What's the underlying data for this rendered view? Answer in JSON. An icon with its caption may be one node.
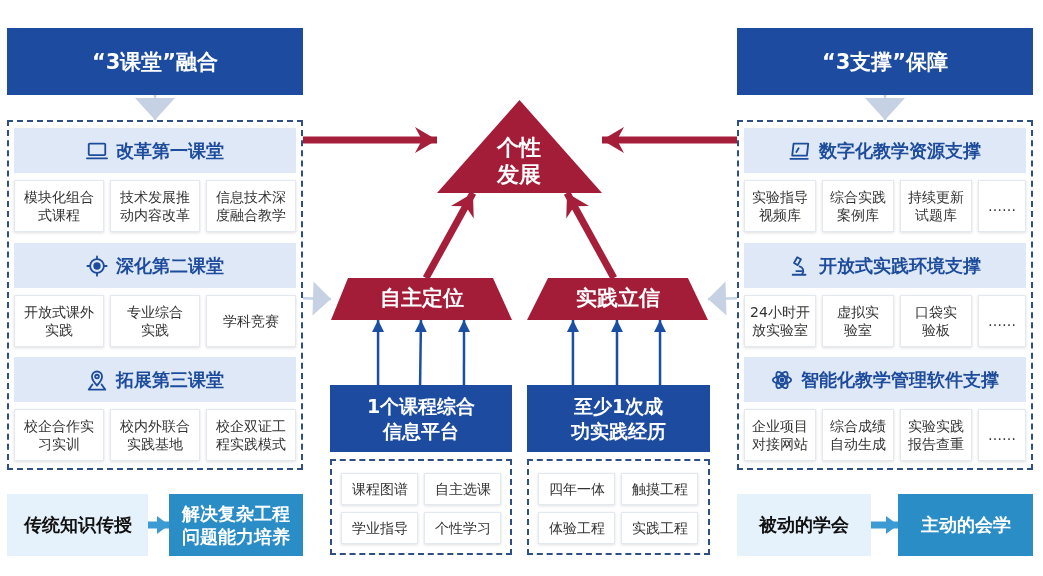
{
  "diagram": {
    "nodes": [
      {
        "text": [
          "“3课堂”融合"
        ]
      },
      {
        "text": [],
        "shape": "box"
      },
      {
        "text": [
          "改革第一课堂"
        ],
        "in": 1
      },
      {
        "text": [
          "模块化组合式课程"
        ],
        "in": 1
      },
      {
        "text": [
          "技术发展推动内容改革"
        ],
        "in": 1
      },
      {
        "text": [
          "信息技术深度融合教学"
        ],
        "in": 1
      },
      {
        "text": [
          "深化第二课堂"
        ],
        "in": 1
      },
      {
        "text": [
          "开放式课外实践"
        ],
        "in": 1
      },
      {
        "text": [
          "专业综合实践"
        ],
        "in": 1
      },
      {
        "text": [
          "学科竞赛"
        ],
        "in": 1
      },
      {
        "text": [
          "拓展第三课堂"
        ],
        "in": 1
      },
      {
        "text": [
          "校企合作实习实训"
        ],
        "in": 1
      },
      {
        "text": [
          "校内外联合实践基地"
        ],
        "in": 1
      },
      {
        "text": [
          "校企双证工程实践模式"
        ],
        "in": 1
      },
      {
        "text": [
          "传统知识传授"
        ]
      },
      {
        "text": [
          "解决复杂工程问题能力培养"
        ]
      },
      {
        "text": [
          "个性发展"
        ]
      },
      {
        "text": [
          "自主定位"
        ]
      },
      {
        "text": [
          "实践立信"
        ]
      },
      {
        "text": [
          "1个课程综合信息平台"
        ]
      },
      {
        "text": [],
        "shape": "box"
      },
      {
        "text": [
          "课程图谱"
        ],
        "in": 20
      },
      {
        "text": [
          "自主选课"
        ],
        "in": 20
      },
      {
        "text": [
          "学业指导"
        ],
        "in": 20
      },
      {
        "text": [
          "个性学习"
        ],
        "in": 20
      },
      {
        "text": [
          "至少1次成功实践经历"
        ]
      },
      {
        "text": [],
        "shape": "box"
      },
      {
        "text": [
          "四年一体"
        ],
        "in": 26
      },
      {
        "text": [
          "触摸工程"
        ],
        "in": 26
      },
      {
        "text": [
          "体验工程"
        ],
        "in": 26
      },
      {
        "text": [
          "实践工程"
        ],
        "in": 26
      },
      {
        "text": [
          "“3支撑”保障"
        ]
      },
      {
        "text": [],
        "shape": "box"
      },
      {
        "text": [
          "数字化教学资源支撑"
        ],
        "in": 32
      },
      {
        "text": [
          "实验指导视频库"
        ],
        "in": 32
      },
      {
        "text": [
          "综合实践案例库"
        ],
        "in": 32
      },
      {
        "text": [
          "持续更新试题库"
        ],
        "in": 32
      },
      {
        "text": [
          "……"
        ],
        "in": 32
      },
      {
        "text": [
          "开放式实践环境支撑"
        ],
        "in": 32
      },
      {
        "text": [
          "24小时开放实验室"
        ],
        "in": 32
      },
      {
        "text": [
          "虚拟实验室"
        ],
        "in": 32
      },
      {
        "text": [
          "口袋实验板"
        ],
        "in": 32
      },
      {
        "text": [
          "……"
        ],
        "in": 32
      },
      {
        "text": [
          "智能化教学管理软件支撑"
        ],
        "in": 32
      },
      {
        "text": [
          "企业项目对接网站"
        ],
        "in": 32
      },
      {
        "text": [
          "综合成绩自动生成"
        ],
        "in": 32
      },
      {
        "text": [
          "实验实践报告查重"
        ],
        "in": 32
      },
      {
        "text": [
          "……"
        ],
        "in": 32
      },
      {
        "text": [
          "被动的学会"
        ]
      },
      {
        "text": [
          "主动的会学"
        ]
      }
    ],
    "edges": [
      {
        "from": 0,
        "to": 1,
        "arrow": "to",
        "color": "#c6d2e4"
      },
      {
        "from": 14,
        "to": 15,
        "arrow": "to",
        "style": "thick",
        "color": "#3b9bd2"
      },
      {
        "from": 1,
        "to": 16,
        "arrow": "to",
        "style": "thick",
        "color": "#a51f3a"
      },
      {
        "from": 1,
        "to": 17,
        "arrow": "to",
        "color": "#c6d2e4"
      },
      {
        "from": 17,
        "to": 16,
        "arrow": "to",
        "style": "thick",
        "color": "#a51f3a"
      },
      {
        "from": 18,
        "to": 16,
        "arrow": "to",
        "style": "thick",
        "color": "#a51f3a"
      },
      {
        "from": 19,
        "to": 17,
        "arrow": "to"
      },
      {
        "from": 19,
        "to": 17,
        "arrow": "to"
      },
      {
        "from": 19,
        "to": 17,
        "arrow": "to"
      },
      {
        "from": 25,
        "to": 18,
        "arrow": "to"
      },
      {
        "from": 25,
        "to": 18,
        "arrow": "to"
      },
      {
        "from": 25,
        "to": 18,
        "arrow": "to"
      },
      {
        "from": 32,
        "to": 16,
        "arrow": "to",
        "style": "thick",
        "color": "#a51f3a"
      },
      {
        "from": 32,
        "to": 18,
        "arrow": "to",
        "color": "#c6d2e4"
      },
      {
        "from": 31,
        "to": 32,
        "arrow": "to",
        "color": "#c6d2e4"
      },
      {
        "from": 48,
        "to": 49,
        "arrow": "to",
        "style": "thick",
        "color": "#3b9bd2"
      }
    ]
  }
}
